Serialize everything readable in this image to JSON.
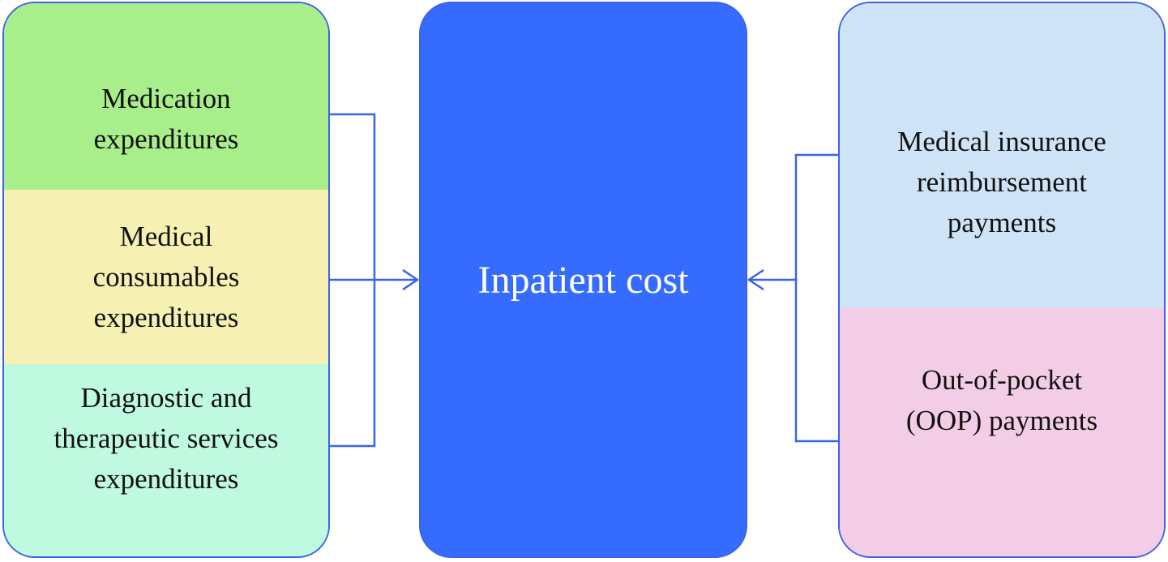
{
  "colors": {
    "border": "#3a64e8",
    "center_fill": "#356cff",
    "medication": "#a8ef8c",
    "consumables": "#f6f0b2",
    "diagnostic": "#bff9e0",
    "insurance": "#cfe3f7",
    "oop": "#f3cde5",
    "connector": "#3a64e8"
  },
  "left": {
    "medication": [
      "Medication",
      "expenditures"
    ],
    "consumables": [
      "Medical",
      "consumables",
      "expenditures"
    ],
    "diagnostic": [
      "Diagnostic and",
      "therapeutic services",
      "expenditures"
    ]
  },
  "center": {
    "label": "Inpatient cost"
  },
  "right": {
    "insurance": [
      "Medical insurance",
      "reimbursement",
      "payments"
    ],
    "oop": [
      "Out-of-pocket",
      "(OOP) payments"
    ]
  }
}
